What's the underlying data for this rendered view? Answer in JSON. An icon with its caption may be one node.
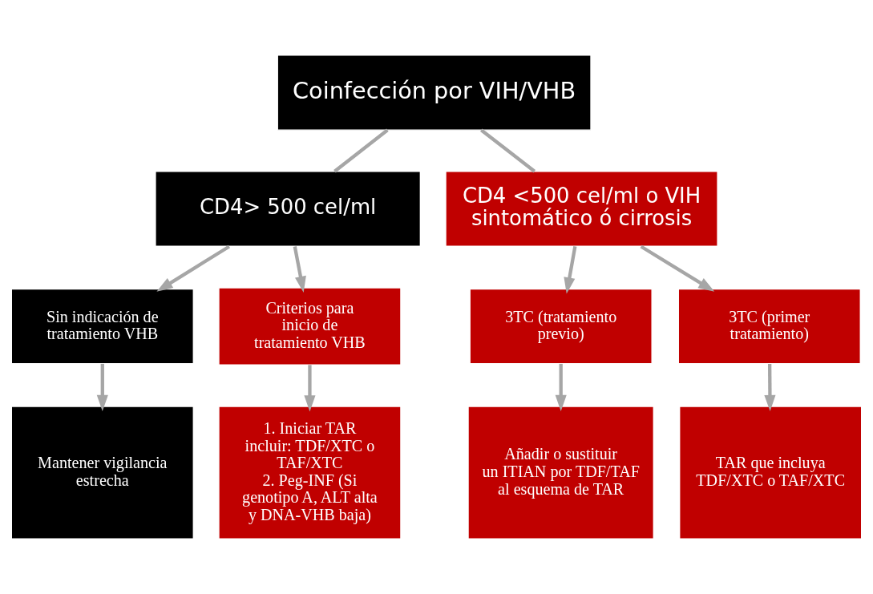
{
  "diagram": {
    "nodes": [
      {
        "text": [
          "Coinfección por VIH/VHB"
        ]
      },
      {
        "text": [
          "CD4> 500 cel/ml"
        ]
      },
      {
        "text": [
          "CD4 <500 cel/ml o VIH sintomático ó cirrosis"
        ]
      },
      {
        "text": [
          "Sin indicación de tratamiento VHB"
        ]
      },
      {
        "text": [
          "Criterios para inicio de tratamiento VHB"
        ]
      },
      {
        "text": [
          "3TC (tratamiento previo)"
        ]
      },
      {
        "text": [
          "3TC (primer tratamiento)"
        ]
      },
      {
        "text": [
          "Mantener vigilancia estrecha"
        ]
      },
      {
        "text": [
          "1. Iniciar TAR incluir: TDF/XTC o TAF/XTC",
          "2. Peg-INF (Si genotipo A, ALT alta y DNA-VHB baja)"
        ]
      },
      {
        "text": [
          "Añadir o sustituir un ITIAN por TDF/TAF al esquema de TAR"
        ]
      },
      {
        "text": [
          "TAR que incluya TDF/XTC o TAF/XTC"
        ]
      }
    ],
    "edges": [
      {
        "from": 0,
        "to": 1,
        "arrow": "none"
      },
      {
        "from": 0,
        "to": 2,
        "arrow": "none"
      },
      {
        "from": 1,
        "to": 3,
        "arrow": "to"
      },
      {
        "from": 1,
        "to": 4,
        "arrow": "to"
      },
      {
        "from": 2,
        "to": 5,
        "arrow": "to"
      },
      {
        "from": 2,
        "to": 6,
        "arrow": "to"
      },
      {
        "from": 3,
        "to": 7,
        "arrow": "to"
      },
      {
        "from": 4,
        "to": 8,
        "arrow": "to"
      },
      {
        "from": 5,
        "to": 9,
        "arrow": "to"
      },
      {
        "from": 6,
        "to": 10,
        "arrow": "to"
      }
    ]
  }
}
